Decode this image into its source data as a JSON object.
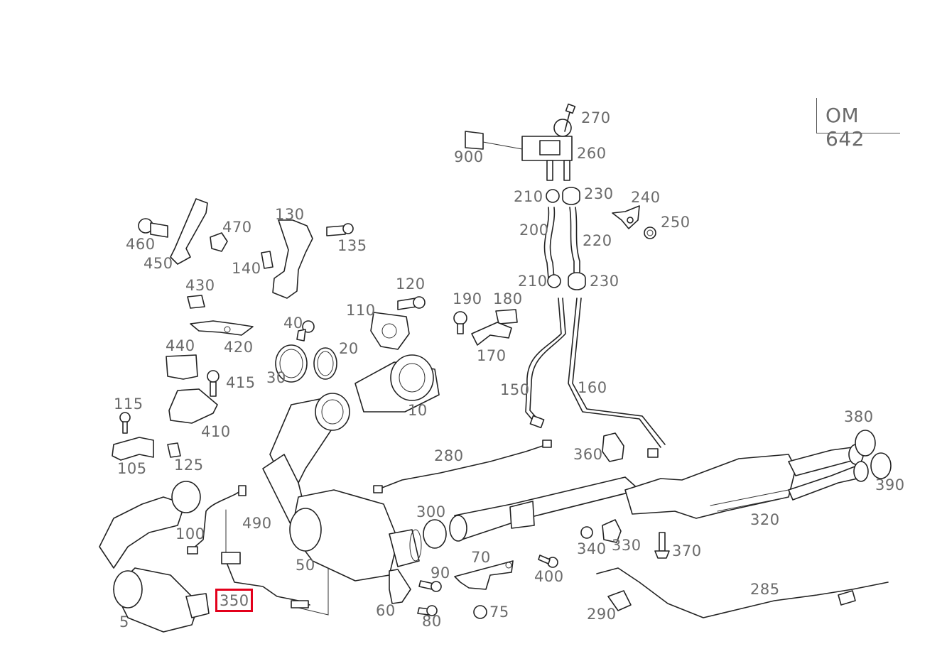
{
  "model": "OM 642",
  "highlight": "350",
  "labels": {
    "l270": "270",
    "l260": "260",
    "l900": "900",
    "l210a": "210",
    "l230a": "230",
    "l240": "240",
    "l250": "250",
    "l200": "200",
    "l220": "220",
    "l210b": "210",
    "l230b": "230",
    "l460": "460",
    "l450": "450",
    "l470": "470",
    "l130": "130",
    "l135": "135",
    "l140": "140",
    "l430": "430",
    "l420": "420",
    "l440": "440",
    "l415": "415",
    "l410": "410",
    "l115": "115",
    "l105": "105",
    "l125": "125",
    "l40": "40",
    "l20": "20",
    "l30": "30",
    "l110": "110",
    "l120": "120",
    "l10": "10",
    "l190": "190",
    "l180": "180",
    "l170": "170",
    "l150": "150",
    "l160": "160",
    "l380": "380",
    "l390": "390",
    "l360": "360",
    "l280": "280",
    "l320": "320",
    "l300": "300",
    "l340": "340",
    "l330": "330",
    "l370": "370",
    "l70": "70",
    "l400": "400",
    "l90": "90",
    "l100": "100",
    "l490": "490",
    "l50": "50",
    "l350": "350",
    "l60": "60",
    "l80": "80",
    "l75": "75",
    "l285": "285",
    "l290": "290",
    "l5": "5"
  }
}
